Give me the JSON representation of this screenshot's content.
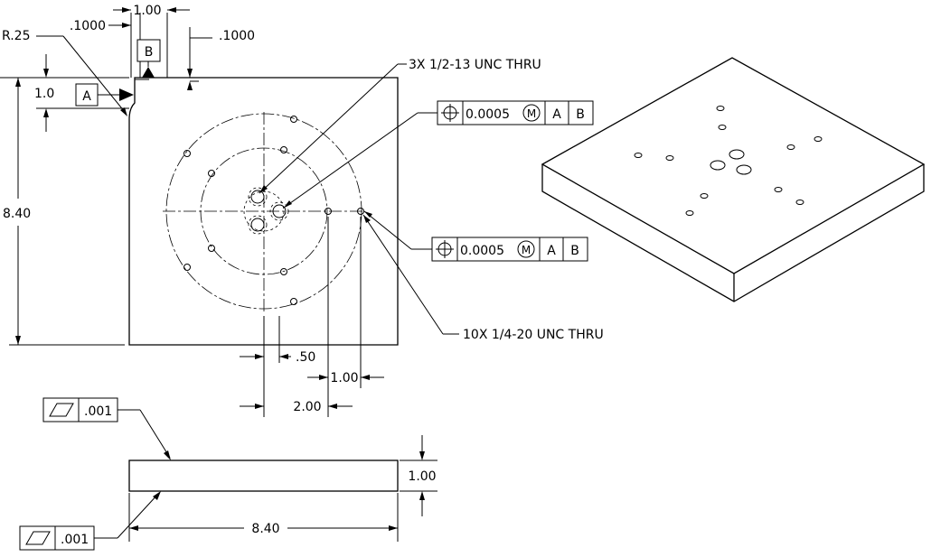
{
  "dimensions": {
    "top_width": "1.00",
    "left_offset": ".1000",
    "right_offset": ".1000",
    "radius": "R.25",
    "datum_a_dim": "1.0",
    "height": "8.40",
    "hole_offset_small": ".50",
    "hole_pitch": "1.00",
    "hole_spacing": "2.00",
    "thickness": "1.00",
    "length": "8.40"
  },
  "datums": {
    "a": "A",
    "b": "B"
  },
  "callouts": {
    "large_holes": "3X 1/2-13 UNC THRU",
    "small_holes": "10X 1/4-20 UNC THRU"
  },
  "fcf_upper": {
    "tolerance": "0.0005",
    "modifier": "M",
    "datum1": "A",
    "datum2": "B"
  },
  "fcf_lower": {
    "tolerance": "0.0005",
    "modifier": "M",
    "datum1": "A",
    "datum2": "B"
  },
  "flatness_top": {
    "tolerance": ".001"
  },
  "flatness_bottom": {
    "tolerance": ".001"
  }
}
